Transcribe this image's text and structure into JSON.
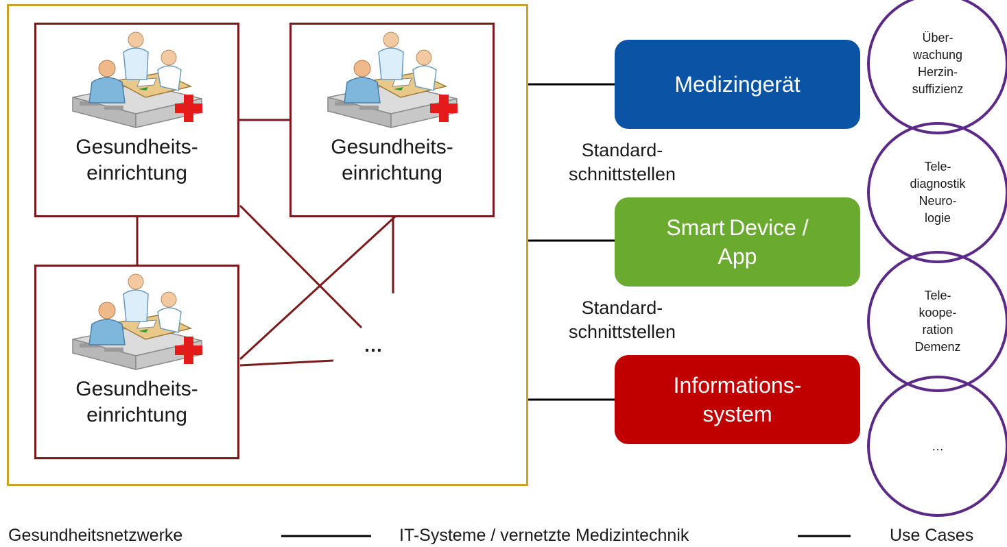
{
  "network": {
    "facilities": [
      {
        "label": "Gesundheits-\neinrichtung",
        "icon": "doctor-consultation-server-icon"
      },
      {
        "label": "Gesundheits-\neinrichtung",
        "icon": "doctor-consultation-server-icon"
      },
      {
        "label": "Gesundheits-\neinrichtung",
        "icon": "doctor-consultation-server-icon"
      }
    ],
    "more": "…"
  },
  "systems": {
    "medical_device": {
      "label": "Medizingerät",
      "color": "#0a53a5"
    },
    "smart_device": {
      "label": "Smart Device / \nApp",
      "color": "#6aaa2e"
    },
    "information_system": {
      "label": "Informations-\nsystem",
      "color": "#c00000"
    }
  },
  "interfaces": {
    "first": "Standard-\nschnittstellen",
    "second": "Standard-\nschnittstellen"
  },
  "use_cases": [
    {
      "label": "Über-\nwachung\nHerzin-\nsuffizienz"
    },
    {
      "label": "Tele-\ndiagnostik \nNeuro-\nlogie"
    },
    {
      "label": "Tele-\nkoope-\nration \nDemenz"
    },
    {
      "label": "…"
    }
  ],
  "footer": {
    "networks": "Gesundheitsnetzwerke",
    "it_systems": "IT-Systeme / vernetzte Medizintechnik",
    "use_cases": "Use Cases"
  },
  "colors": {
    "network_frame": "#c9a227",
    "network_lines": "#7a1a1a",
    "use_case_border": "#5b2a86",
    "connector": "#000000"
  }
}
